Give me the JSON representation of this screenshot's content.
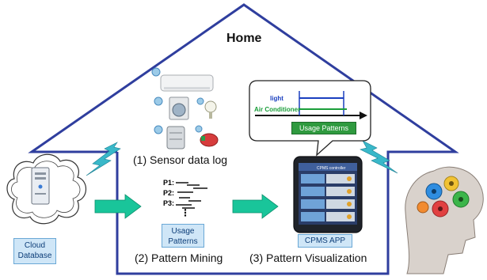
{
  "title": "Home",
  "captions": {
    "sensor_log": "(1) Sensor data log",
    "pattern_mining": "(2) Pattern Mining",
    "pattern_visualization": "(3) Pattern Visualization"
  },
  "boxes": {
    "cloud_database": "Cloud Database",
    "usage_patterns_mining": "Usage Patterns",
    "cpms_app": "CPMS APP",
    "usage_patterns_bubble": "Usage Patterns"
  },
  "patterns": [
    "P1:",
    "P2:",
    "P3:",
    "⋮"
  ],
  "timeline": {
    "light_label": "light",
    "ac_label": "Air Conditioner"
  },
  "app_screen": {
    "header": "CPMS controller"
  },
  "colors": {
    "house_outline": "#2f3e9e",
    "arrow_green": "#19c59a",
    "lightning_teal": "#39b8c9",
    "box_fill": "#cfe6f7",
    "timeline_green": "#1a9e3a",
    "light_blue_text": "#1a3fbf",
    "ac_green_text": "#1a9e3a"
  },
  "icons": [
    "cloud-server-icon",
    "air-conditioner-icon",
    "washing-machine-icon",
    "fan-icon",
    "heater-icon",
    "kettle-icon",
    "smartphone-icon",
    "brain-gears-icon",
    "lightning-icon",
    "arrow-right-icon"
  ]
}
